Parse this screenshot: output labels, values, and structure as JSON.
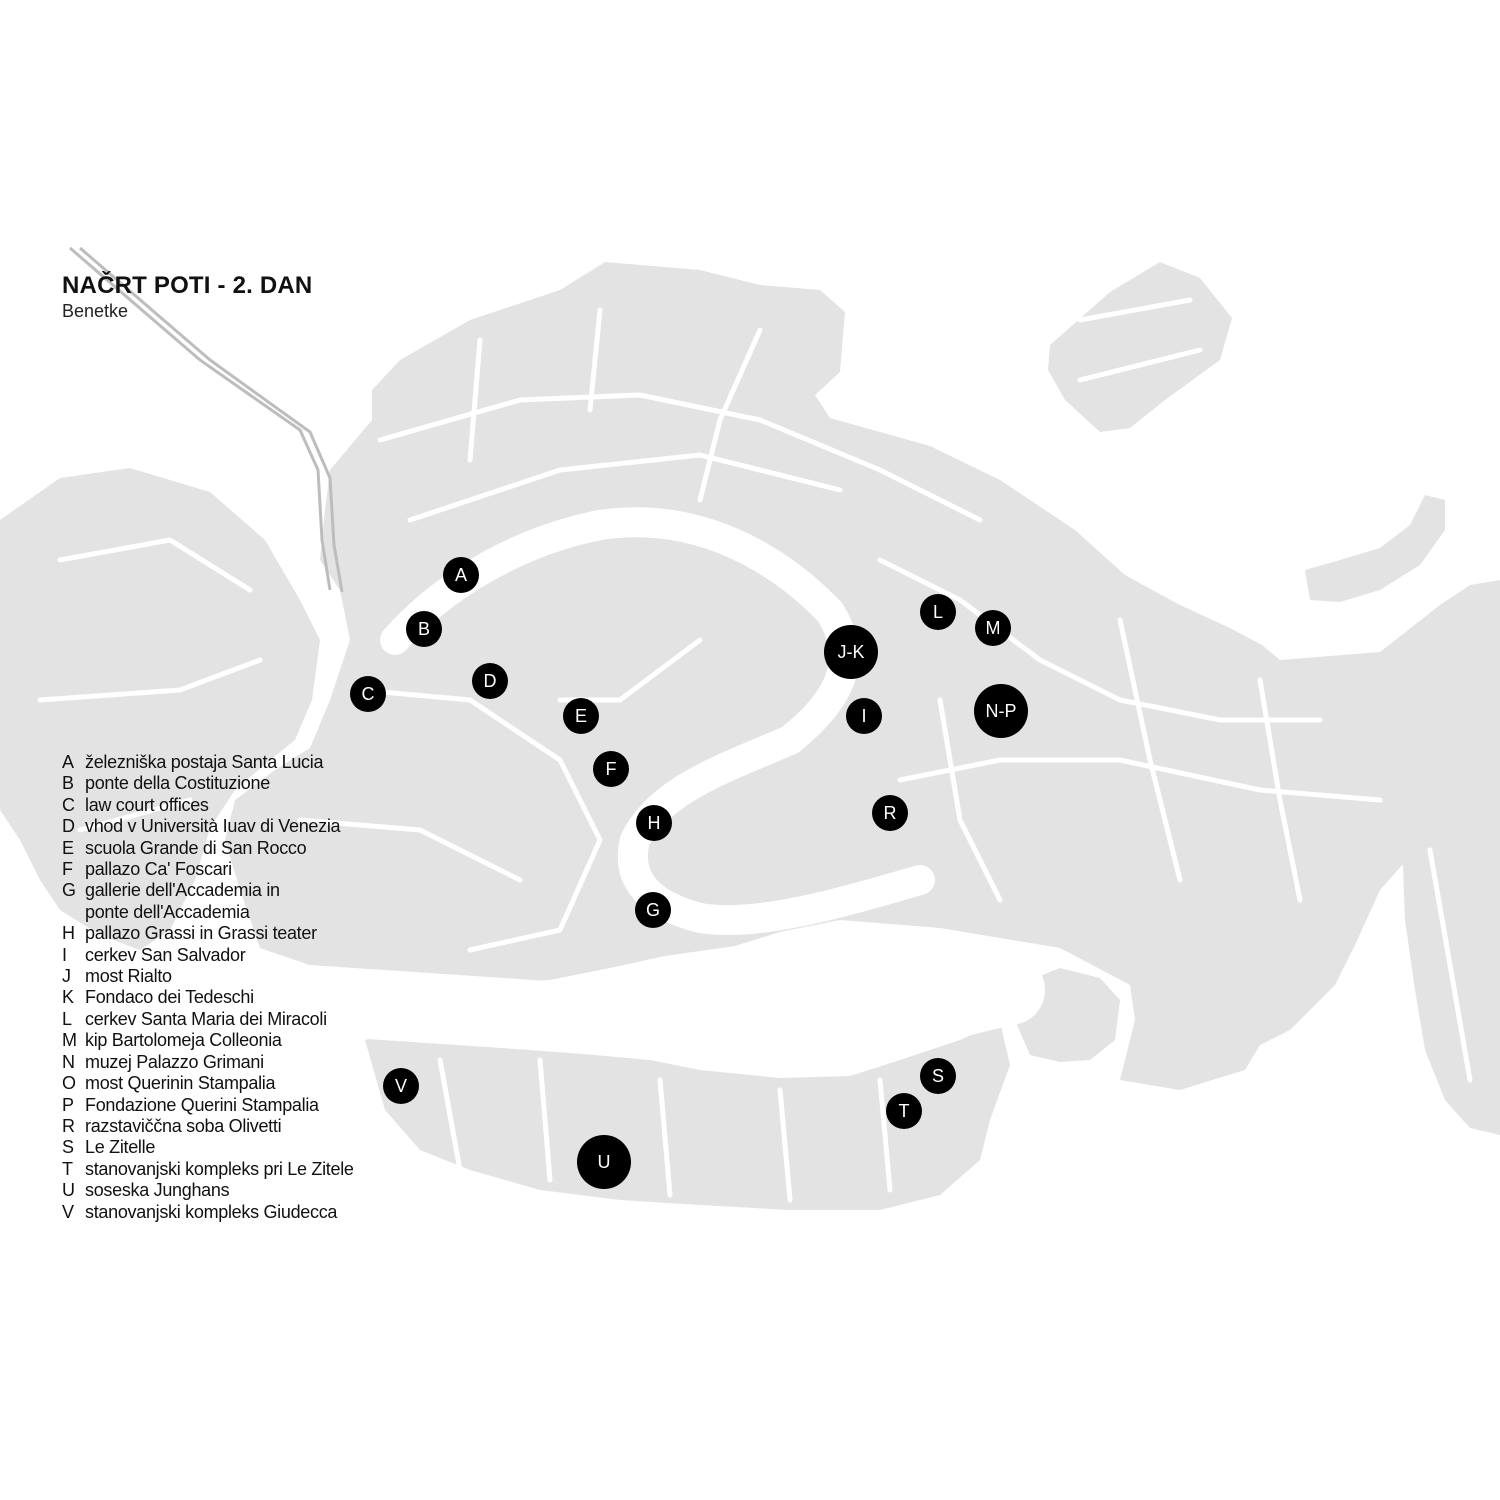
{
  "title": "NAČRT POTI - 2. DAN",
  "subtitle": "Benetke",
  "colors": {
    "background": "#ffffff",
    "land": "#e3e3e3",
    "streets": "#ffffff",
    "marker": "#000000",
    "marker_text": "#ffffff",
    "text": "#111111"
  },
  "markers": [
    {
      "label": "A",
      "large": false
    },
    {
      "label": "B",
      "large": false
    },
    {
      "label": "C",
      "large": false
    },
    {
      "label": "D",
      "large": false
    },
    {
      "label": "E",
      "large": false
    },
    {
      "label": "F",
      "large": false
    },
    {
      "label": "H",
      "large": false
    },
    {
      "label": "G",
      "large": false
    },
    {
      "label": "J-K",
      "large": true
    },
    {
      "label": "L",
      "large": false
    },
    {
      "label": "M",
      "large": false
    },
    {
      "label": "I",
      "large": false
    },
    {
      "label": "N-P",
      "large": true
    },
    {
      "label": "R",
      "large": false
    },
    {
      "label": "V",
      "large": false
    },
    {
      "label": "S",
      "large": false
    },
    {
      "label": "T",
      "large": false
    },
    {
      "label": "U",
      "large": true
    }
  ],
  "legend": [
    {
      "key": "A",
      "lines": [
        "železniška postaja Santa Lucia"
      ]
    },
    {
      "key": "B",
      "lines": [
        "ponte della Costituzione"
      ]
    },
    {
      "key": "C",
      "lines": [
        "law court offices"
      ]
    },
    {
      "key": "D",
      "lines": [
        "vhod v Università Iuav di Venezia"
      ]
    },
    {
      "key": "E",
      "lines": [
        "scuola Grande di San Rocco"
      ]
    },
    {
      "key": "F",
      "lines": [
        "pallazo Ca' Foscari"
      ]
    },
    {
      "key": "G",
      "lines": [
        "gallerie dell'Accademia in",
        "ponte dell'Accademia"
      ]
    },
    {
      "key": "H",
      "lines": [
        "pallazo Grassi in Grassi teater"
      ]
    },
    {
      "key": "I",
      "lines": [
        "cerkev San Salvador"
      ]
    },
    {
      "key": "J",
      "lines": [
        "most Rialto"
      ]
    },
    {
      "key": "K",
      "lines": [
        "Fondaco dei Tedeschi"
      ]
    },
    {
      "key": "L",
      "lines": [
        "cerkev Santa Maria dei Miracoli"
      ]
    },
    {
      "key": "M",
      "lines": [
        "kip Bartolomeja Colleonia"
      ]
    },
    {
      "key": "N",
      "lines": [
        "muzej Palazzo Grimani"
      ]
    },
    {
      "key": "O",
      "lines": [
        "most Querinin Stampalia"
      ]
    },
    {
      "key": "P",
      "lines": [
        "Fondazione Querini Stampalia"
      ]
    },
    {
      "key": "R",
      "lines": [
        "razstaviččna soba Olivetti"
      ]
    },
    {
      "key": "S",
      "lines": [
        "Le Zitelle"
      ]
    },
    {
      "key": "T",
      "lines": [
        "stanovanjski kompleks pri Le Zitele"
      ]
    },
    {
      "key": "U",
      "lines": [
        "soseska Junghans"
      ]
    },
    {
      "key": "V",
      "lines": [
        "stanovanjski kompleks Giudecca"
      ]
    }
  ]
}
